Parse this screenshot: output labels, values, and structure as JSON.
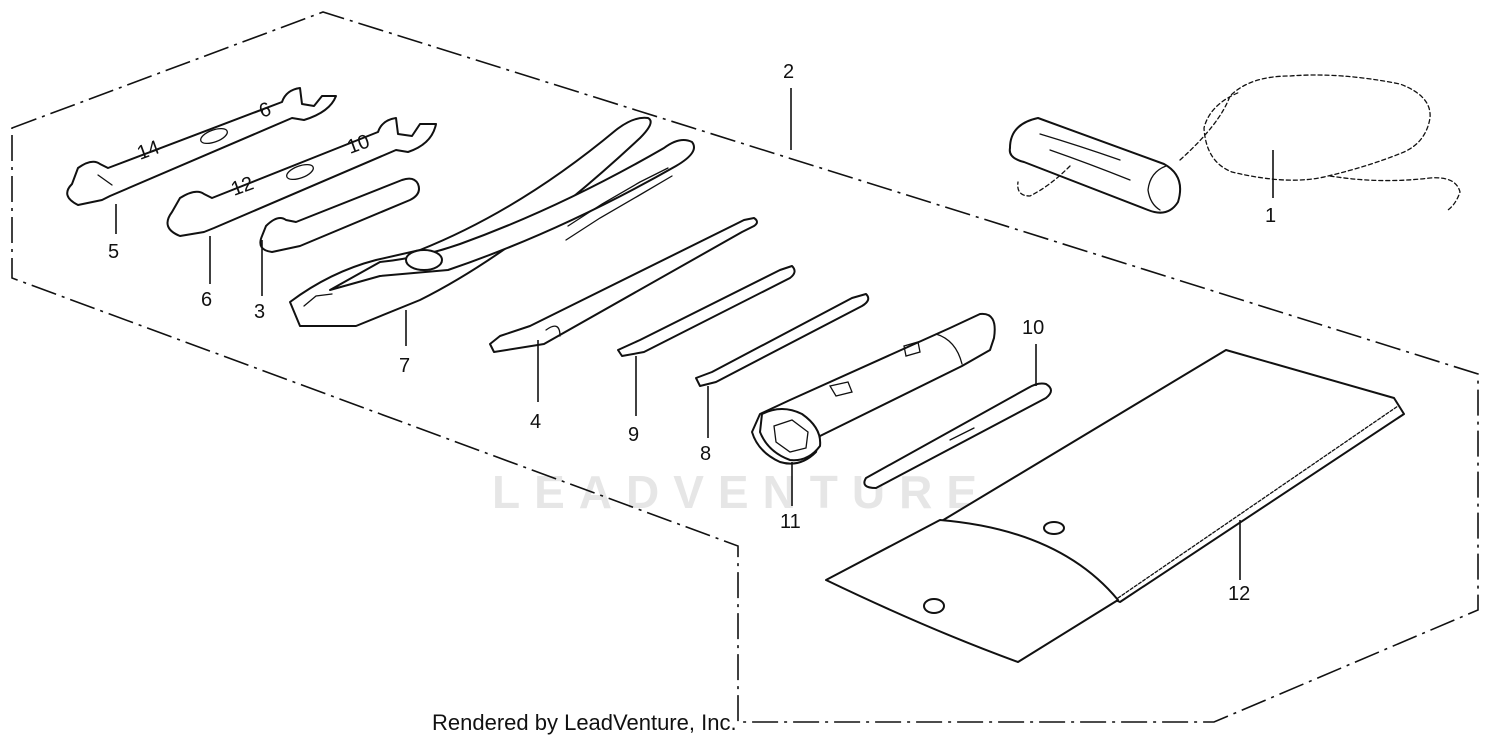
{
  "watermark": "LEADVENTURE",
  "credit": "Rendered by LeadVenture, Inc.",
  "callouts": {
    "c1": "1",
    "c2": "2",
    "c3": "3",
    "c4": "4",
    "c5": "5",
    "c6": "6",
    "c7": "7",
    "c8": "8",
    "c9": "9",
    "c10": "10",
    "c11": "11",
    "c12": "12"
  },
  "wrench_marks": {
    "w5_left": "14",
    "w5_right": "6",
    "w6_left": "12",
    "w6_right": "10"
  }
}
